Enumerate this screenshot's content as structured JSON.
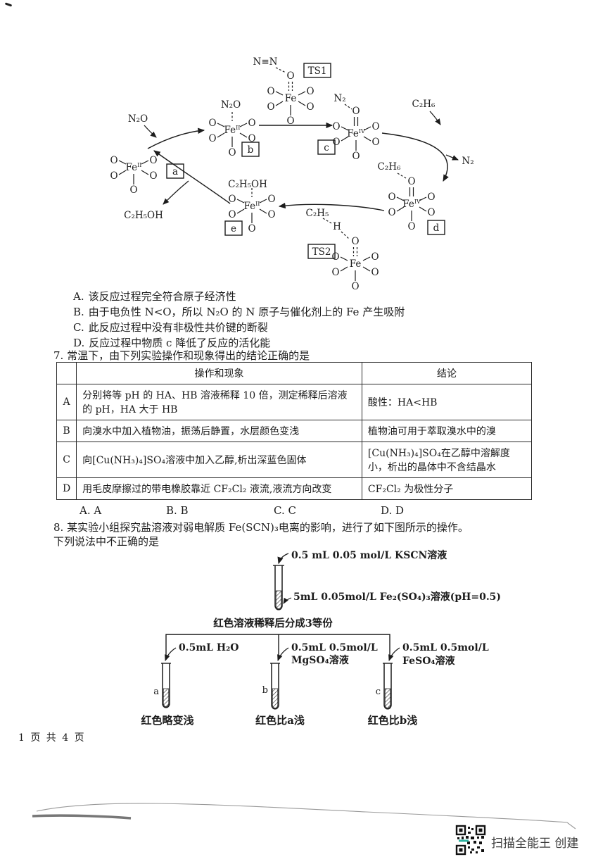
{
  "page": {
    "footer": "1 页 共 4 页",
    "watermark": "扫描全能王 创建"
  },
  "cycle": {
    "atoms": {
      "o": "O",
      "fe": "Fe",
      "h": "H"
    },
    "oxidation": {
      "ii": "II",
      "iv": "IV"
    },
    "states": {
      "a": "a",
      "b": "b",
      "c": "c",
      "d": "d",
      "e": "e"
    },
    "ts1": {
      "label": "TS1",
      "nn": "N≡N"
    },
    "ts2": {
      "label": "TS2",
      "c2h5": "C₂H₅",
      "h": "H"
    },
    "ligands": {
      "b_top": "N₂O",
      "c_top": "N₂",
      "d_top": "C₂H₆",
      "e_top": "C₂H₅OH"
    },
    "reagents": {
      "n2o_in": "N₂O",
      "c2h6_in": "C₂H₆",
      "n2_out": "N₂",
      "c2h5oh_out": "C₂H₅OH"
    }
  },
  "question6": {
    "options": [
      {
        "label": "A.",
        "text": "该反应过程完全符合原子经济性"
      },
      {
        "label": "B.",
        "text": "由于电负性 N<O，所以 N₂O 的 N 原子与催化剂上的 Fe 产生吸附"
      },
      {
        "label": "C.",
        "text": "此反应过程中没有非极性共价键的断裂"
      },
      {
        "label": "D.",
        "text": "反应过程中物质 c 降低了反应的活化能"
      }
    ]
  },
  "question7": {
    "number": "7.",
    "stem": "常温下，由下列实验操作和现象得出的结论正确的是",
    "table": {
      "header_operation": "操作和现象",
      "header_conclusion": "结论",
      "rows": [
        {
          "key": "A",
          "operation": "分别将等 pH 的 HA、HB 溶液稀释 10 倍，测定稀释后溶液的 pH，HA 大于 HB",
          "conclusion": "酸性：HA<HB"
        },
        {
          "key": "B",
          "operation": "向溴水中加入植物油，振荡后静置，水层颜色变浅",
          "conclusion": "植物油可用于萃取溴水中的溴"
        },
        {
          "key": "C",
          "operation": "向[Cu(NH₃)₄]SO₄溶液中加入乙醇,析出深蓝色固体",
          "conclusion": "[Cu(NH₃)₄]SO₄在乙醇中溶解度小，析出的晶体中不含结晶水"
        },
        {
          "key": "D",
          "operation": "用毛皮摩擦过的带电橡胶靠近 CF₂Cl₂ 液流,液流方向改变",
          "conclusion": "CF₂Cl₂ 为极性分子"
        }
      ]
    },
    "answers": [
      "A. A",
      "B. B",
      "C. C",
      "D. D"
    ]
  },
  "question8": {
    "number": "8.",
    "stem": "某实验小组探究盐溶液对弱电解质 Fe(SCN)₃电离的影响，进行了如下图所示的操作。",
    "stem2": "下列说法中不正确的是",
    "flow": {
      "add_top": "0.5 mL 0.05 mol/L KSCN溶液",
      "base_solution": "5mL 0.05mol/L Fe₂(SO₄)₃溶液(pH=0.5)",
      "split": "红色溶液稀释后分成3等份",
      "branches": [
        {
          "tube": "a",
          "add1": "0.5mL H₂O",
          "add2": "",
          "result": "红色略变浅"
        },
        {
          "tube": "b",
          "add1": "0.5mL 0.5mol/L",
          "add2": "MgSO₄溶液",
          "result": "红色比a浅"
        },
        {
          "tube": "c",
          "add1": "0.5mL 0.5mol/L",
          "add2": "FeSO₄溶液",
          "result": "红色比b浅"
        }
      ]
    }
  }
}
